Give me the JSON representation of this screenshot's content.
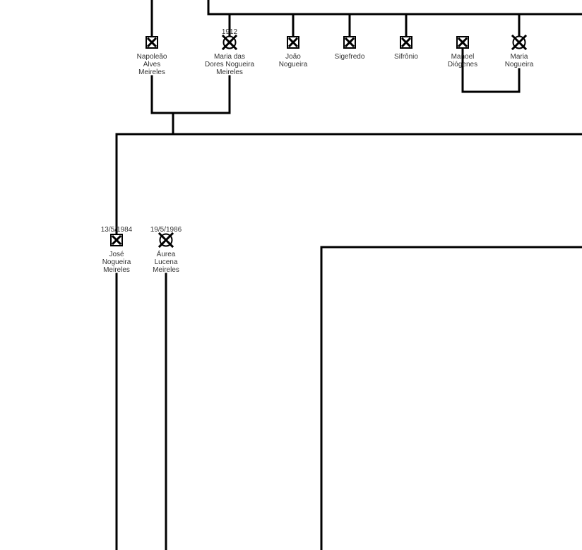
{
  "diagram": {
    "kind": "genealogy",
    "colors": {
      "line": "#000000",
      "text": "#333333",
      "background": "#ffffff"
    },
    "people": [
      {
        "id": "napoleao",
        "sex": "male",
        "symbol": "crossed-square-icon",
        "date": "",
        "name_lines": [
          "Napoleão",
          "Alves",
          "Meireles"
        ]
      },
      {
        "id": "maria-das-dores",
        "sex": "female",
        "symbol": "crossed-circle-icon",
        "date": "1912",
        "name_lines": [
          "Maria das",
          "Dores Nogueira",
          "Meireles"
        ]
      },
      {
        "id": "joao",
        "sex": "male",
        "symbol": "crossed-square-icon",
        "date": "",
        "name_lines": [
          "João",
          "Nogueira"
        ]
      },
      {
        "id": "sigefredo",
        "sex": "male",
        "symbol": "crossed-square-icon",
        "date": "",
        "name_lines": [
          "Sigefredo"
        ]
      },
      {
        "id": "sifronio",
        "sex": "male",
        "symbol": "crossed-square-icon",
        "date": "",
        "name_lines": [
          "Sifrônio"
        ]
      },
      {
        "id": "manoel",
        "sex": "male",
        "symbol": "crossed-square-icon",
        "date": "",
        "name_lines": [
          "Manoel",
          "Diógenes"
        ]
      },
      {
        "id": "maria-nogueira",
        "sex": "female",
        "symbol": "crossed-circle-icon",
        "date": "",
        "name_lines": [
          "Maria",
          "Nogueira"
        ]
      },
      {
        "id": "jose",
        "sex": "male",
        "symbol": "crossed-square-icon",
        "date": "13/5/1984",
        "name_lines": [
          "José",
          "Nogueira",
          "Meireles"
        ]
      },
      {
        "id": "aurea",
        "sex": "female",
        "symbol": "crossed-circle-icon",
        "date": "19/5/1986",
        "name_lines": [
          "Áurea",
          "Lucena",
          "Meireles"
        ]
      }
    ],
    "couples": [
      {
        "id": "napoleao-maria-das-dores",
        "partners": [
          "napoleao",
          "maria-das-dores"
        ]
      },
      {
        "id": "manoel-maria-nogueira",
        "partners": [
          "manoel",
          "maria-nogueira"
        ]
      }
    ]
  }
}
